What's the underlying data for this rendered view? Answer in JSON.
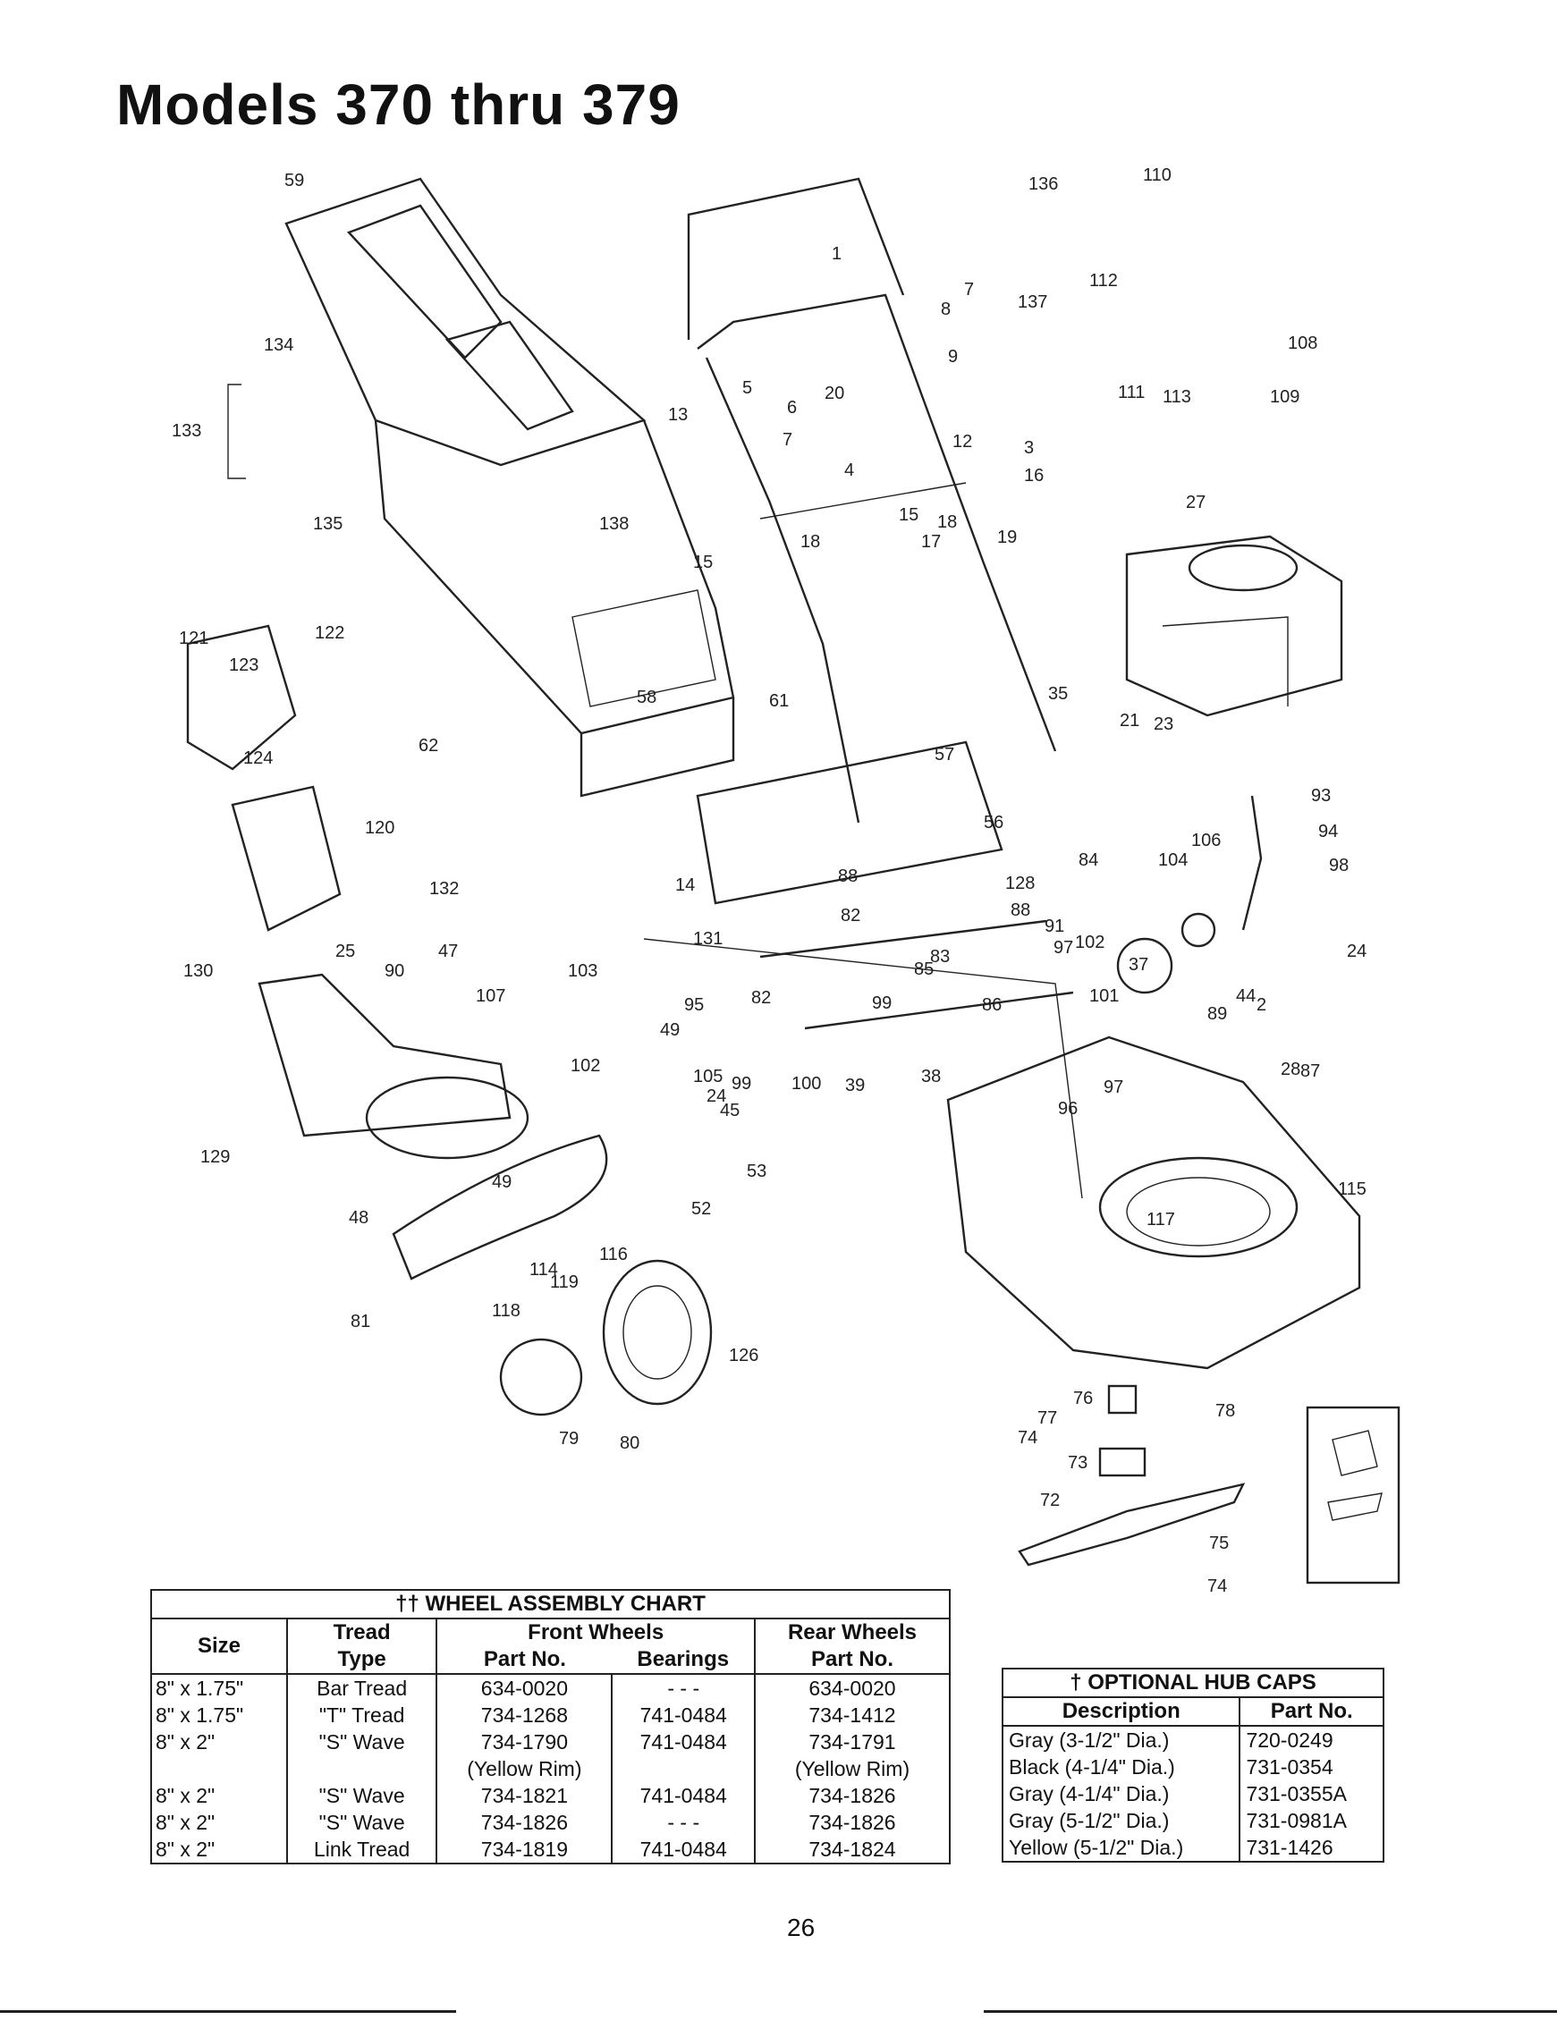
{
  "page": {
    "title": "Models 370 thru 379",
    "page_number": "26"
  },
  "diagram": {
    "callouts": [
      "59",
      "136",
      "110",
      "134",
      "133",
      "135",
      "137",
      "112",
      "108",
      "111",
      "113",
      "109",
      "7",
      "8",
      "9",
      "5",
      "1",
      "20",
      "13",
      "6",
      "7",
      "4",
      "12",
      "3",
      "16",
      "15",
      "18",
      "17",
      "138",
      "15",
      "18",
      "19",
      "27",
      "121",
      "122",
      "123",
      "124",
      "58",
      "61",
      "62",
      "35",
      "21",
      "23",
      "57",
      "56",
      "93",
      "94",
      "98",
      "120",
      "14",
      "88",
      "128",
      "84",
      "104",
      "106",
      "132",
      "25",
      "47",
      "131",
      "82",
      "88",
      "85",
      "83",
      "91",
      "97",
      "102",
      "37",
      "24",
      "2",
      "130",
      "90",
      "103",
      "107",
      "95",
      "82",
      "99",
      "86",
      "101",
      "89",
      "44",
      "49",
      "28",
      "87",
      "102",
      "105",
      "99",
      "100",
      "39",
      "38",
      "96",
      "97",
      "24",
      "45",
      "129",
      "48",
      "49",
      "53",
      "52",
      "115",
      "117",
      "116",
      "114",
      "119",
      "126",
      "118",
      "81",
      "79",
      "80",
      "76",
      "78",
      "77",
      "74",
      "73",
      "72",
      "75",
      "74"
    ]
  },
  "wheel_chart": {
    "title": "†† WHEEL ASSEMBLY CHART",
    "headers": {
      "size": "Size",
      "tread": "Tread",
      "tread2": "Type",
      "front": "Front Wheels",
      "front_part": "Part No.",
      "front_bearings": "Bearings",
      "rear": "Rear Wheels",
      "rear_part": "Part No."
    },
    "rows": [
      {
        "size": "8\" x 1.75\"",
        "tread": "Bar Tread",
        "front": "634-0020",
        "bearings": "- - -",
        "rear": "634-0020"
      },
      {
        "size": "8\" x 1.75\"",
        "tread": "\"T\" Tread",
        "front": "734-1268",
        "bearings": "741-0484",
        "rear": "734-1412"
      },
      {
        "size": "8\" x 2\"",
        "tread": "\"S\" Wave",
        "front": "734-1790",
        "bearings": "741-0484",
        "rear": "734-1791"
      },
      {
        "size": "",
        "tread": "",
        "front": "(Yellow Rim)",
        "bearings": "",
        "rear": "(Yellow Rim)"
      },
      {
        "size": "8\" x 2\"",
        "tread": "\"S\" Wave",
        "front": "734-1821",
        "bearings": "741-0484",
        "rear": "734-1826"
      },
      {
        "size": "8\" x 2\"",
        "tread": "\"S\" Wave",
        "front": "734-1826",
        "bearings": "- - -",
        "rear": "734-1826"
      },
      {
        "size": "8\" x 2\"",
        "tread": "Link Tread",
        "front": "734-1819",
        "bearings": "741-0484",
        "rear": "734-1824"
      }
    ]
  },
  "hub_caps": {
    "title": "† OPTIONAL HUB CAPS",
    "headers": {
      "description": "Description",
      "part": "Part No."
    },
    "rows": [
      {
        "description": "Gray (3-1/2\" Dia.)",
        "part": "720-0249"
      },
      {
        "description": "Black (4-1/4\" Dia.)",
        "part": "731-0354"
      },
      {
        "description": "Gray (4-1/4\" Dia.)",
        "part": "731-0355A"
      },
      {
        "description": "Gray (5-1/2\" Dia.)",
        "part": "731-0981A"
      },
      {
        "description": "Yellow (5-1/2\" Dia.)",
        "part": "731-1426"
      }
    ]
  }
}
